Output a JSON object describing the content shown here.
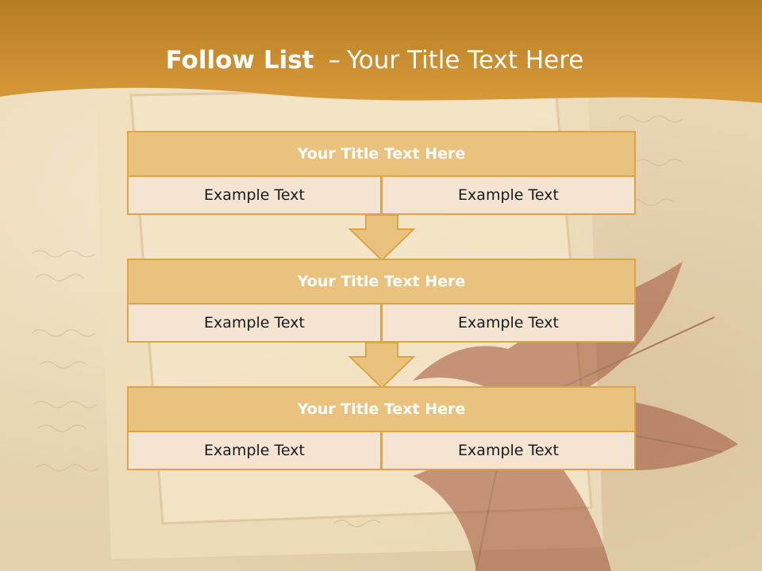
{
  "slide": {
    "title_bold": "Follow List",
    "title_separator": "–",
    "title_rest": "Your Title Text Here"
  },
  "steps": [
    {
      "title": "Your Title Text Here",
      "left": "Example Text",
      "right": "Example Text"
    },
    {
      "title": "Your Title Text Here",
      "left": "Example Text",
      "right": "Example Text"
    },
    {
      "title": "Your Title Text Here",
      "left": "Example Text",
      "right": "Example Text"
    }
  ],
  "colors": {
    "header_band": "#c8892a",
    "block_title_fill": "#e9c27e",
    "block_border": "#dda349",
    "cell_fill": "#f5e4d2",
    "arrow_fill": "#e9c27e"
  }
}
